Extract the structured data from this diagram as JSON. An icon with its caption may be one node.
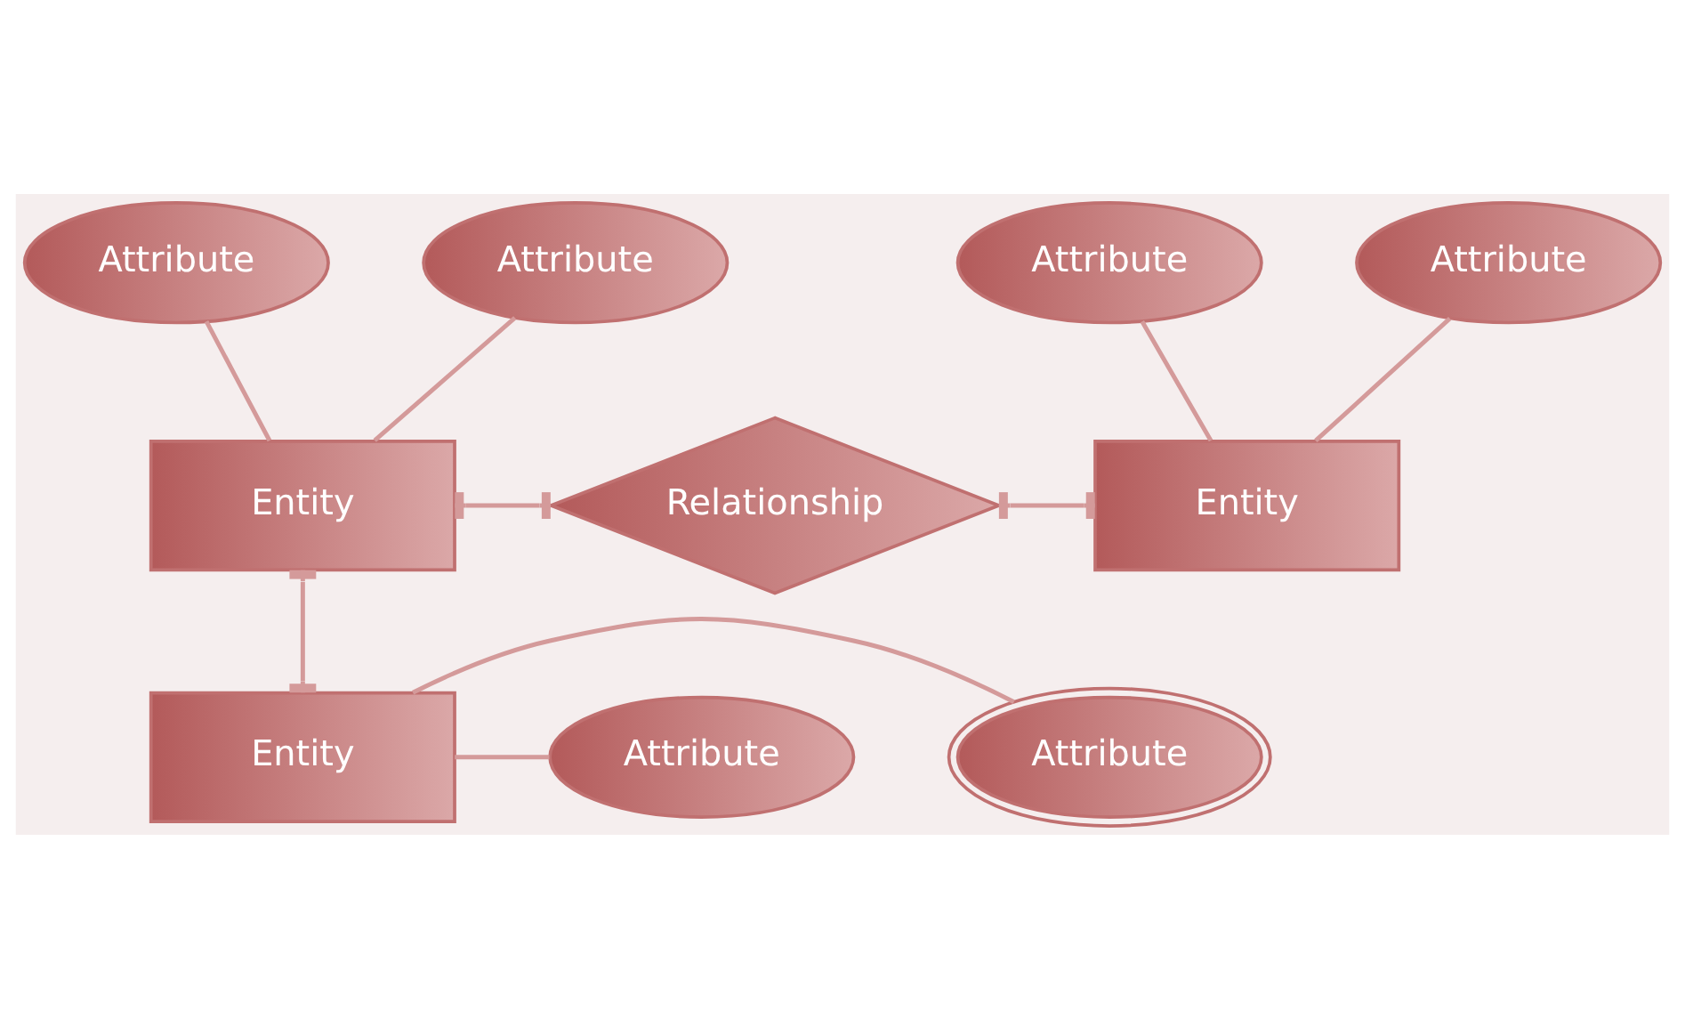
{
  "diagram": {
    "nodes": [
      {
        "text": [
          "Attribute"
        ]
      },
      {
        "text": [
          "Attribute"
        ]
      },
      {
        "text": [
          "Attribute"
        ]
      },
      {
        "text": [
          "Attribute"
        ]
      },
      {
        "text": [
          "Entity"
        ]
      },
      {
        "text": [
          "Relationship"
        ]
      },
      {
        "text": [
          "Entity"
        ]
      },
      {
        "text": [
          "Attribute"
        ]
      },
      {
        "text": [
          "Entity"
        ]
      },
      {
        "text": [
          "Attribute"
        ]
      }
    ],
    "edges": [
      {
        "from": 0,
        "to": 4,
        "arrow": "none"
      },
      {
        "from": 1,
        "to": 4,
        "arrow": "none"
      },
      {
        "from": 2,
        "to": 6,
        "arrow": "none"
      },
      {
        "from": 3,
        "to": 6,
        "arrow": "none"
      },
      {
        "from": 4,
        "to": 5,
        "arrow": "other"
      },
      {
        "from": 5,
        "to": 6,
        "arrow": "other"
      },
      {
        "from": 4,
        "to": 8,
        "arrow": "other"
      },
      {
        "from": 8,
        "to": 7,
        "arrow": "none"
      },
      {
        "from": 8,
        "to": 9,
        "arrow": "none"
      }
    ]
  }
}
